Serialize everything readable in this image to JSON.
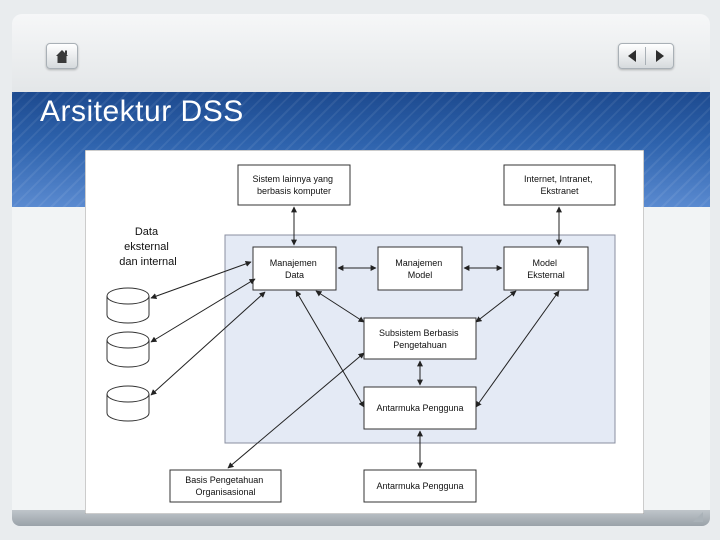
{
  "slide": {
    "title": "Arsitektur DSS",
    "colors": {
      "title_band": "#2a5aa5",
      "system_area": "#e4eaf5",
      "box_border": "#333333"
    }
  },
  "nav": {
    "home_icon": "home-icon",
    "prev_icon": "prev-arrow-icon",
    "next_icon": "next-arrow-icon"
  },
  "diagram": {
    "external_data_label": [
      "Data",
      "eksternal",
      "dan internal"
    ],
    "boxes": {
      "other_systems": [
        "Sistem lainnya yang",
        "berbasis komputer"
      ],
      "internet": [
        "Internet, Intranet,",
        "Ekstranet"
      ],
      "data_management": [
        "Manajemen",
        "Data"
      ],
      "model_management": [
        "Manajemen",
        "Model"
      ],
      "external_model": [
        "Model",
        "Eksternal"
      ],
      "knowledge_subsystem": [
        "Subsistem Berbasis",
        "Pengetahuan"
      ],
      "user_interface_inner": [
        "Antarmuka Pengguna"
      ],
      "org_knowledge_base": [
        "Basis Pengetahuan",
        "Organisasional"
      ],
      "user_interface_outer": [
        "Antarmuka Pengguna"
      ]
    }
  }
}
